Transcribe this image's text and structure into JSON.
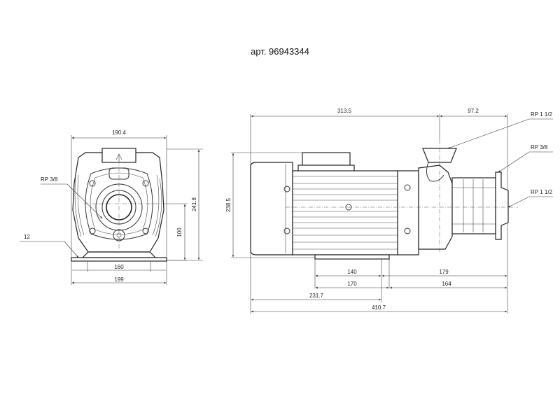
{
  "title": "арт. 96943344",
  "front_view": {
    "dim_width_top": "190.4",
    "dim_height": "241.8",
    "dim_shaft_height": "100",
    "dim_base_inner": "160",
    "dim_base_outer": "199",
    "dim_foot": "12",
    "label_port": "RP 3/8"
  },
  "side_view": {
    "dim_motor_length": "313.5",
    "dim_pump_length": "97.2",
    "dim_height": "238.5",
    "dim_a": "140",
    "dim_b": "179",
    "dim_c": "170",
    "dim_d": "164",
    "dim_e": "231.7",
    "dim_total": "410.7",
    "label_top_port": "RP 1 1/2",
    "label_drain_port": "RP 3/8",
    "label_side_port": "RP 1 1/2"
  }
}
